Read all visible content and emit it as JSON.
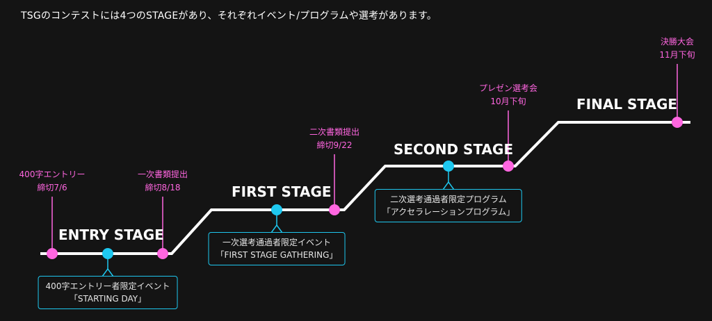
{
  "intro_text": "TSGのコンテストには4つのSTAGEがあり、それぞれイベント/プログラムや選考があります。",
  "colors": {
    "background": "#141414",
    "path": "#ffffff",
    "milestone": "#ff66e0",
    "event": "#1ec8f0",
    "text": "#ffffff"
  },
  "stages": [
    {
      "name": "ENTRY STAGE"
    },
    {
      "name": "FIRST STAGE"
    },
    {
      "name": "SECOND STAGE"
    },
    {
      "name": "FINAL STAGE"
    }
  ],
  "milestones": [
    {
      "title": "400字エントリー",
      "date": "締切7/6"
    },
    {
      "title": "一次書類提出",
      "date": "締切8/18"
    },
    {
      "title": "二次書類提出",
      "date": "締切9/22"
    },
    {
      "title": "プレゼン選考会",
      "date": "10月下旬"
    },
    {
      "title": "決勝大会",
      "date": "11月下旬"
    }
  ],
  "events": [
    {
      "line1": "400字エントリー者限定イベント",
      "line2": "「STARTING DAY」"
    },
    {
      "line1": "一次選考通過者限定イベント",
      "line2": "「FIRST STAGE GATHERING」"
    },
    {
      "line1": "二次選考通過者限定プログラム",
      "line2": "「アクセラレーションプログラム」"
    }
  ]
}
